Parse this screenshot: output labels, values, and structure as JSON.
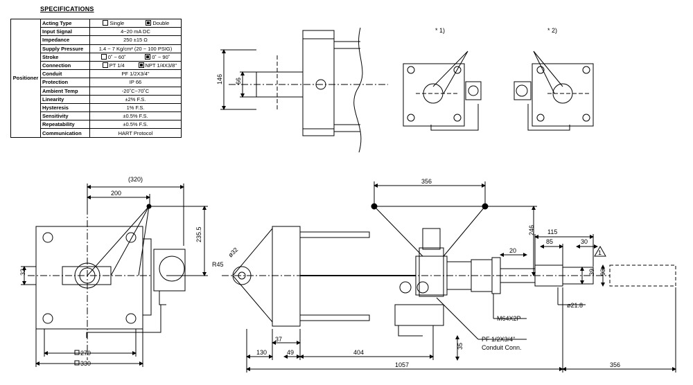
{
  "spec": {
    "title": "SPECIFICATIONS",
    "group": "Positioner",
    "rows": [
      {
        "label": "Acting Type",
        "a": "Single",
        "a_on": false,
        "b": "Double",
        "b_on": true
      },
      {
        "label": "Input Signal",
        "value": "4~20 mA DC"
      },
      {
        "label": "Impedance",
        "value": "250 ±15 Ω"
      },
      {
        "label": "Supply Pressure",
        "value": "1.4 ~ 7 Kg/cm² (20 ~ 100 PSIG)"
      },
      {
        "label": "Stroke",
        "a": "0˚ ~ 60˚",
        "a_on": false,
        "b": "0˚ ~ 90˚",
        "b_on": true
      },
      {
        "label": "Connection",
        "a": "PT 1/4",
        "a_on": false,
        "b": "NPT 1/4X3/8\"",
        "b_on": true
      },
      {
        "label": "Conduit",
        "value": "PF 1/2X3/4\""
      },
      {
        "label": "Protection",
        "value": "IP 66"
      },
      {
        "label": "Ambient Temp",
        "value": "-20˚C~70˚C"
      },
      {
        "label": "Linearity",
        "value": "±2% F.S."
      },
      {
        "label": "Hysteresis",
        "value": "1% F.S."
      },
      {
        "label": "Sensitivity",
        "value": "±0.5% F.S."
      },
      {
        "label": "Repeatability",
        "value": "±0.5% F.S."
      },
      {
        "label": "Communication",
        "value": "HART Protocol"
      }
    ]
  },
  "notes": {
    "n1": "* 1)",
    "n2": "* 2)"
  },
  "dims": {
    "d146": "146",
    "d66": "66",
    "d320": "(320)",
    "d200": "200",
    "d235": "235.5",
    "d32a": "32",
    "d270": "270",
    "d330": "330",
    "d356top": "356",
    "d246": "246",
    "d115": "115",
    "d85": "85",
    "d30": "30",
    "d20": "20",
    "d39": "39",
    "d93": "93",
    "dphi218": "ø21.8",
    "dphi32": "ø32",
    "dR45": "R45",
    "dM64": "M64X2P",
    "dPF": "PF 1/2X3/4\"",
    "dConduit": "Conduit Conn.",
    "d37": "37",
    "d130": "130",
    "d49": "49",
    "d404": "404",
    "d35": "35",
    "d1057": "1057",
    "d356b": "356",
    "tri": "1"
  }
}
